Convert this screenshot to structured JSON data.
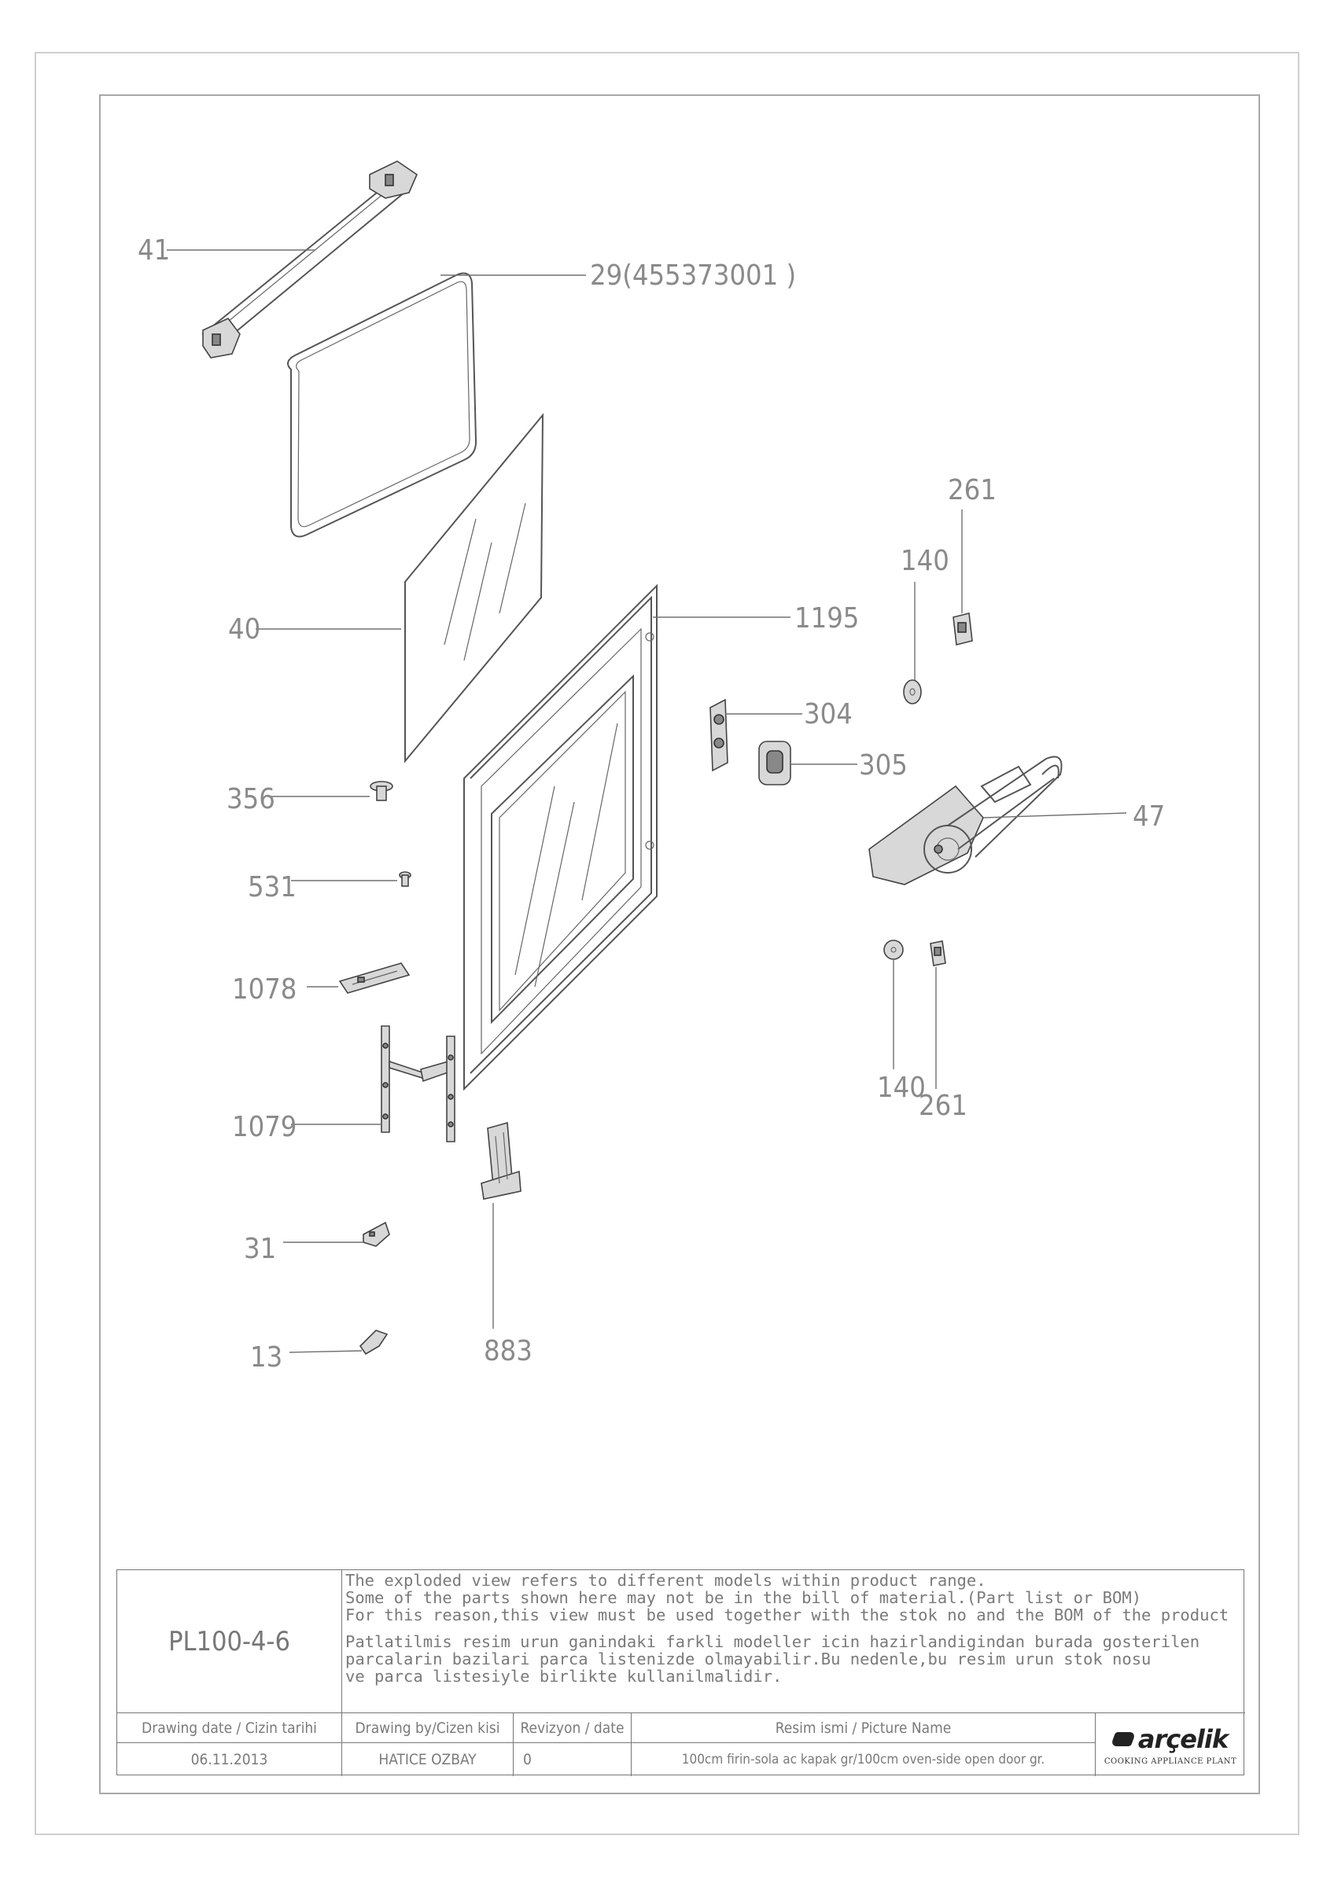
{
  "callouts": {
    "p41": "41",
    "p29": "29(455373001 )",
    "p40": "40",
    "p1195": "1195",
    "p261_top": "261",
    "p140_top": "140",
    "p304": "304",
    "p305": "305",
    "p356": "356",
    "p47": "47",
    "p531": "531",
    "p1078": "1078",
    "p140_bottom": "140",
    "p261_bottom": "261",
    "p1079": "1079",
    "p31": "31",
    "p883": "883",
    "p13": "13"
  },
  "title_block": {
    "drawing_code": "PL100-4-6",
    "note_en_1": "The exploded view refers to different models within product range.",
    "note_en_2": "Some of the parts shown here may not be in the bill of material.(Part list or BOM)",
    "note_en_3": "For this reason,this view must be used together with the stok no and the BOM of the product",
    "note_tr_1": "Patlatilmis resim urun ganindaki farkli modeller icin hazirlandigindan burada gosterilen",
    "note_tr_2": "parcalarin bazilari parca listenizde olmayabilir.Bu nedenle,bu resim urun stok nosu",
    "note_tr_3": "ve parca listesiyle birlikte kullanilmalidir.",
    "head_date": "Drawing date / Cizin tarihi",
    "head_by": "Drawing by/Cizen kisi",
    "head_rev": "Revizyon / date",
    "head_name": "Resim ismi / Picture Name",
    "val_date": "06.11.2013",
    "val_by": "HATICE OZBAY",
    "val_rev": "0",
    "val_name": "100cm firin-sola ac kapak gr/100cm oven-side open door gr.",
    "logo_text": "arçelik",
    "logo_sub": "COOKING APPLIANCE PLANT"
  }
}
